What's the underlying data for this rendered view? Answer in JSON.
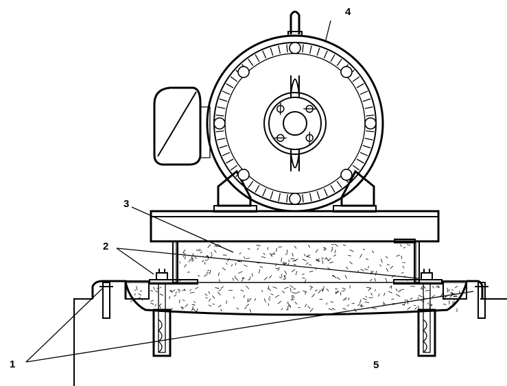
{
  "callouts": {
    "c1": "1",
    "c2": "2",
    "c3": "3",
    "c4": "4",
    "c5": "5"
  },
  "icons": [
    "electric-motor-icon",
    "steel-baseplate-icon",
    "grout-fill-icon",
    "anchor-bolt-icon",
    "foundation-icon"
  ],
  "colors": {
    "line": "#000000",
    "background": "#ffffff"
  }
}
